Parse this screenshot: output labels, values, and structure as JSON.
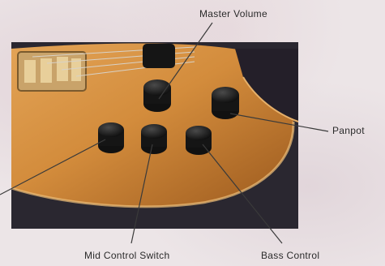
{
  "labels": {
    "master_volume": "Master Volume",
    "pan_pot": "Panpot",
    "mid_control_switch": "Mid Control Switch",
    "bass_control": "Bass Control"
  }
}
